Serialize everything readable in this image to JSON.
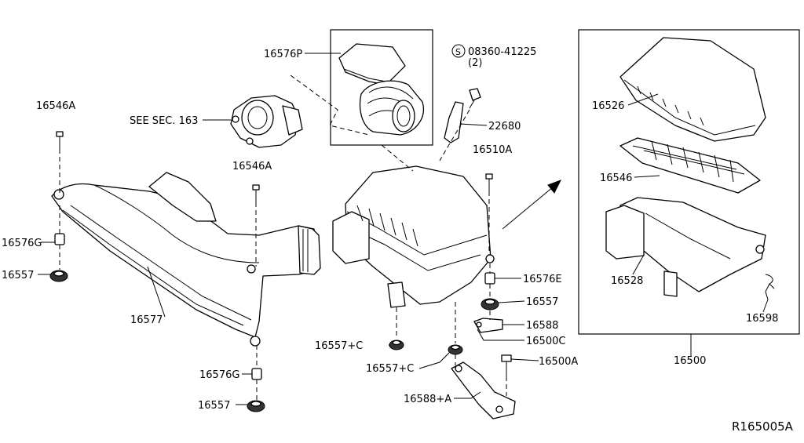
{
  "diagram_id": "R165005A",
  "callouts": {
    "c16546A_left": "16546A",
    "c16546A_mid": "16546A",
    "see_sec": "SEE SEC. 163",
    "c16576P": "16576P",
    "c08360": "08360-41225",
    "c08360_s": "S",
    "c08360_qty": "(2)",
    "c22680": "22680",
    "c16510A": "16510A",
    "c16576G_top": "16576G",
    "c16557_left": "16557",
    "c16577": "16577",
    "c16576G_bottom": "16576G",
    "c16557_bottom": "16557",
    "c16557C_left": "16557+C",
    "c16557C_mid": "16557+C",
    "c16588A": "16588+A",
    "c16500A": "16500A",
    "c16576E": "16576E",
    "c16557_right": "16557",
    "c16588": "16588",
    "c16500C": "16500C",
    "c16526": "16526",
    "c16546": "16546",
    "c16528": "16528",
    "c16598": "16598",
    "c16500": "16500"
  }
}
